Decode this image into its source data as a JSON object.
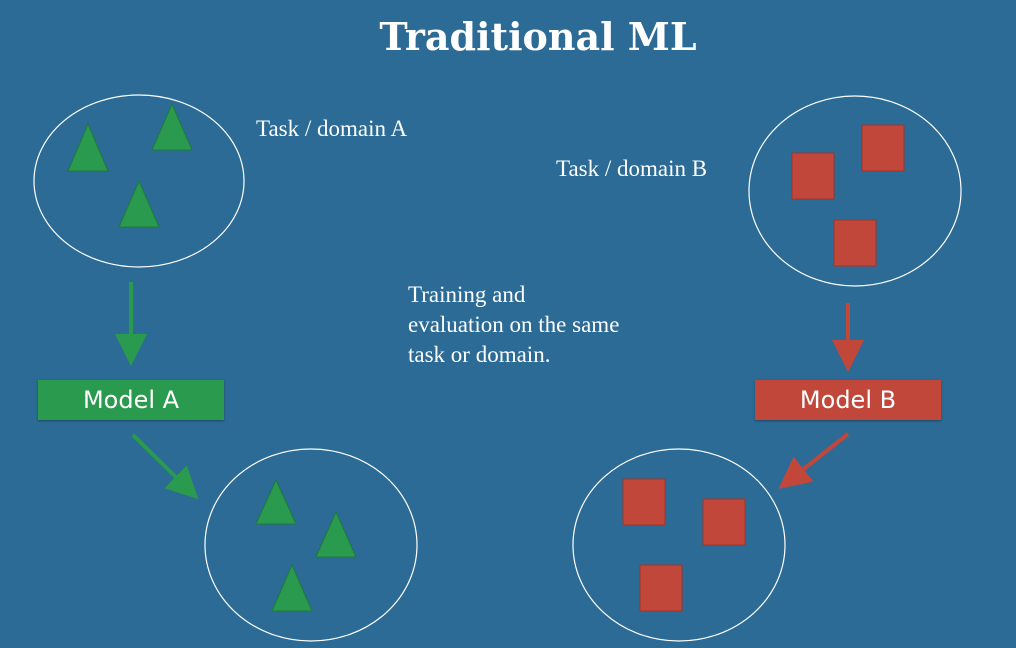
{
  "title": "Traditional ML",
  "labels": {
    "domain_a": "Task / domain A",
    "domain_b": "Task / domain B"
  },
  "note_lines": [
    "Training and",
    "evaluation on the same",
    "task or domain."
  ],
  "models": {
    "a": "Model A",
    "b": "Model B"
  },
  "colors": {
    "background": "#2b6b95",
    "green": "#2a9a4e",
    "red": "#c1473a",
    "outline": "#ffffff"
  }
}
